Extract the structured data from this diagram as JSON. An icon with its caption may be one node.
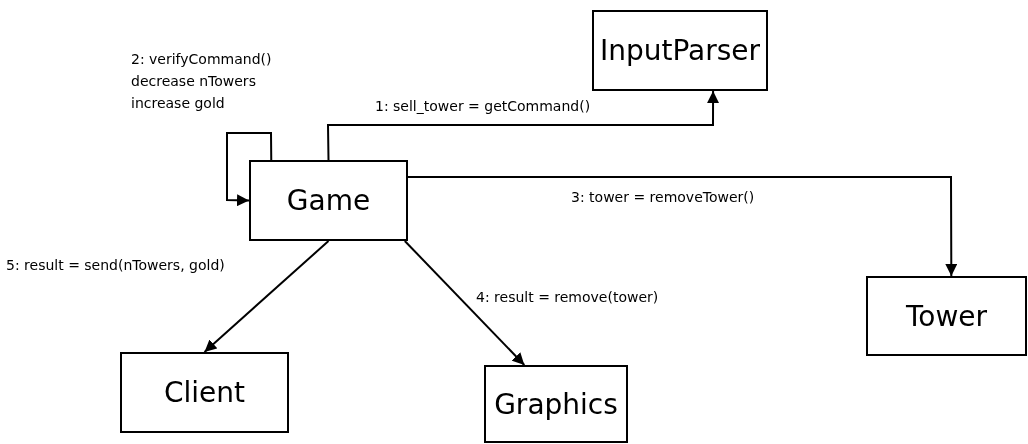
{
  "diagram": {
    "nodes": [
      {
        "text": [
          "InputParser"
        ]
      },
      {
        "text": [
          "Game"
        ]
      },
      {
        "text": [
          "Tower"
        ]
      },
      {
        "text": [
          "Client"
        ]
      },
      {
        "text": [
          "Graphics"
        ]
      }
    ],
    "edges": [
      {
        "from": 1,
        "to": 0,
        "arrow": "to",
        "label": "1: sell_tower = getCommand()"
      },
      {
        "from": 1,
        "to": 1,
        "arrow": "to",
        "label": "2: verifyCommand() decrease nTowers increase gold"
      },
      {
        "from": 1,
        "to": 2,
        "arrow": "to",
        "label": "3: tower = removeTower()"
      },
      {
        "from": 1,
        "to": 4,
        "arrow": "to",
        "label": "4: result = remove(tower)"
      },
      {
        "from": 1,
        "to": 3,
        "arrow": "to",
        "label": "5: result = send(nTowers, gold)"
      }
    ]
  }
}
